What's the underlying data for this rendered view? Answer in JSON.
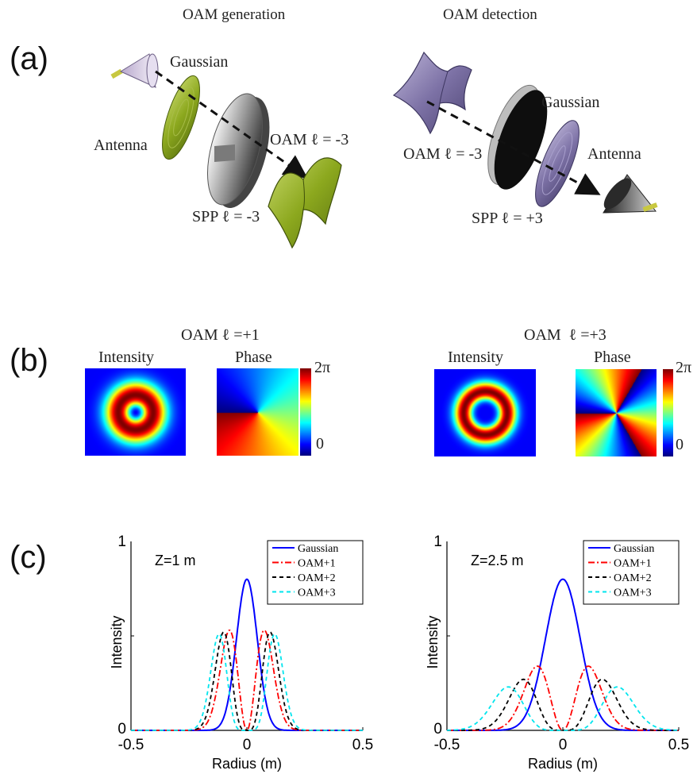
{
  "panel_a": {
    "label": "(a)",
    "generation_title": "OAM generation",
    "detection_title": "OAM detection",
    "gen_gaussian": "Gaussian",
    "gen_antenna": "Antenna",
    "gen_oam": "OAM ℓ = -3",
    "gen_spp": "SPP ℓ = -3",
    "det_gaussian": "Gaussian",
    "det_antenna": "Antenna",
    "det_oam": "OAM ℓ = -3",
    "det_spp": "SPP ℓ = +3"
  },
  "panel_b": {
    "label": "(b)",
    "left_title": "OAM ℓ =+1",
    "right_title": "OAM  ℓ =+3",
    "intensity_label": "Intensity",
    "phase_label": "Phase",
    "colorbar_max": "2π",
    "colorbar_min": "0",
    "left_charge": 1,
    "right_charge": 3,
    "colors": {
      "dark_blue": "#00008f",
      "red": "#d40000"
    }
  },
  "panel_c": {
    "label": "(c)"
  },
  "chart_data": [
    {
      "type": "line",
      "annotation": "Z=1 m",
      "xlabel": "Radius (m)",
      "ylabel": "Intensity",
      "xlim": [
        -0.5,
        0.5
      ],
      "ylim": [
        0,
        1
      ],
      "xticks": [
        "-0.5",
        "0",
        "0.5"
      ],
      "yticks": [
        "0",
        "1"
      ],
      "legend_position": "top-right",
      "series": [
        {
          "name": "Gaussian",
          "color": "#0000ff",
          "dash": "solid",
          "shape": "gauss",
          "peak": 0.8,
          "width": 0.045
        },
        {
          "name": "OAM+1",
          "color": "#ff0000",
          "dash": "dashdot",
          "shape": "ring",
          "l": 1,
          "peak": 0.53,
          "r_peak": 0.075
        },
        {
          "name": "OAM+2",
          "color": "#000000",
          "dash": "dashed",
          "shape": "ring",
          "l": 2,
          "peak": 0.52,
          "r_peak": 0.1
        },
        {
          "name": "OAM+3",
          "color": "#00e5ee",
          "dash": "dashed",
          "shape": "ring",
          "l": 3,
          "peak": 0.51,
          "r_peak": 0.12
        }
      ]
    },
    {
      "type": "line",
      "annotation": "Z=2.5 m",
      "xlabel": "Radius (m)",
      "ylabel": "Intensity",
      "xlim": [
        -0.5,
        0.5
      ],
      "ylim": [
        0,
        1
      ],
      "xticks": [
        "-0.5",
        "0",
        "0.5"
      ],
      "yticks": [
        "0",
        "1"
      ],
      "legend_position": "top-right",
      "series": [
        {
          "name": "Gaussian",
          "color": "#0000ff",
          "dash": "solid",
          "shape": "gauss",
          "peak": 0.8,
          "width": 0.075
        },
        {
          "name": "OAM+1",
          "color": "#ff0000",
          "dash": "dashdot",
          "shape": "ring",
          "l": 1,
          "peak": 0.34,
          "r_peak": 0.11
        },
        {
          "name": "OAM+2",
          "color": "#000000",
          "dash": "dashed",
          "shape": "ring",
          "l": 2,
          "peak": 0.27,
          "r_peak": 0.17
        },
        {
          "name": "OAM+3",
          "color": "#00e5ee",
          "dash": "dashed",
          "shape": "ring",
          "l": 3,
          "peak": 0.23,
          "r_peak": 0.235
        }
      ]
    }
  ]
}
